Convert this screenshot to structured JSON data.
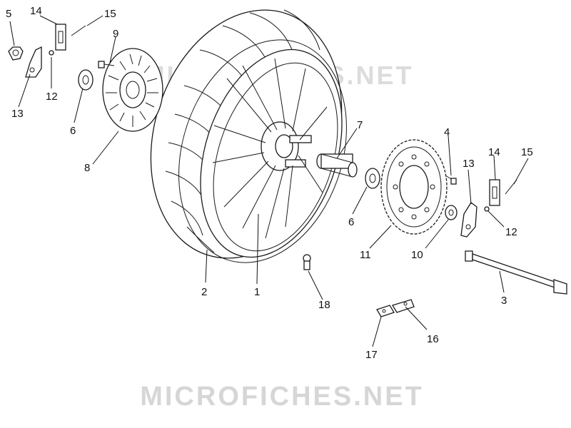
{
  "watermark": {
    "top": "MICROFICHES.NET",
    "bottom": "MICROFICHES.NET",
    "color": "#d6d6d6"
  },
  "callouts": [
    {
      "id": "c5a",
      "label": "5"
    },
    {
      "id": "c14a",
      "label": "14"
    },
    {
      "id": "c15a",
      "label": "15"
    },
    {
      "id": "c9",
      "label": "9"
    },
    {
      "id": "c12a",
      "label": "12"
    },
    {
      "id": "c13a",
      "label": "13"
    },
    {
      "id": "c6a",
      "label": "6"
    },
    {
      "id": "c8",
      "label": "8"
    },
    {
      "id": "c7",
      "label": "7"
    },
    {
      "id": "c4",
      "label": "4"
    },
    {
      "id": "c13b",
      "label": "13"
    },
    {
      "id": "c14b",
      "label": "14"
    },
    {
      "id": "c15b",
      "label": "15"
    },
    {
      "id": "c6b",
      "label": "6"
    },
    {
      "id": "c12b",
      "label": "12"
    },
    {
      "id": "c11",
      "label": "11"
    },
    {
      "id": "c10",
      "label": "10"
    },
    {
      "id": "c2",
      "label": "2"
    },
    {
      "id": "c1",
      "label": "1"
    },
    {
      "id": "c3",
      "label": "3"
    },
    {
      "id": "c18",
      "label": "18"
    },
    {
      "id": "c16",
      "label": "16"
    },
    {
      "id": "c17",
      "label": "17"
    }
  ],
  "icons": {
    "tire": "tire-icon",
    "rim": "rim-icon",
    "brake_disc": "brake-disc-icon",
    "sprocket": "sprocket-icon",
    "axle": "axle-icon"
  }
}
